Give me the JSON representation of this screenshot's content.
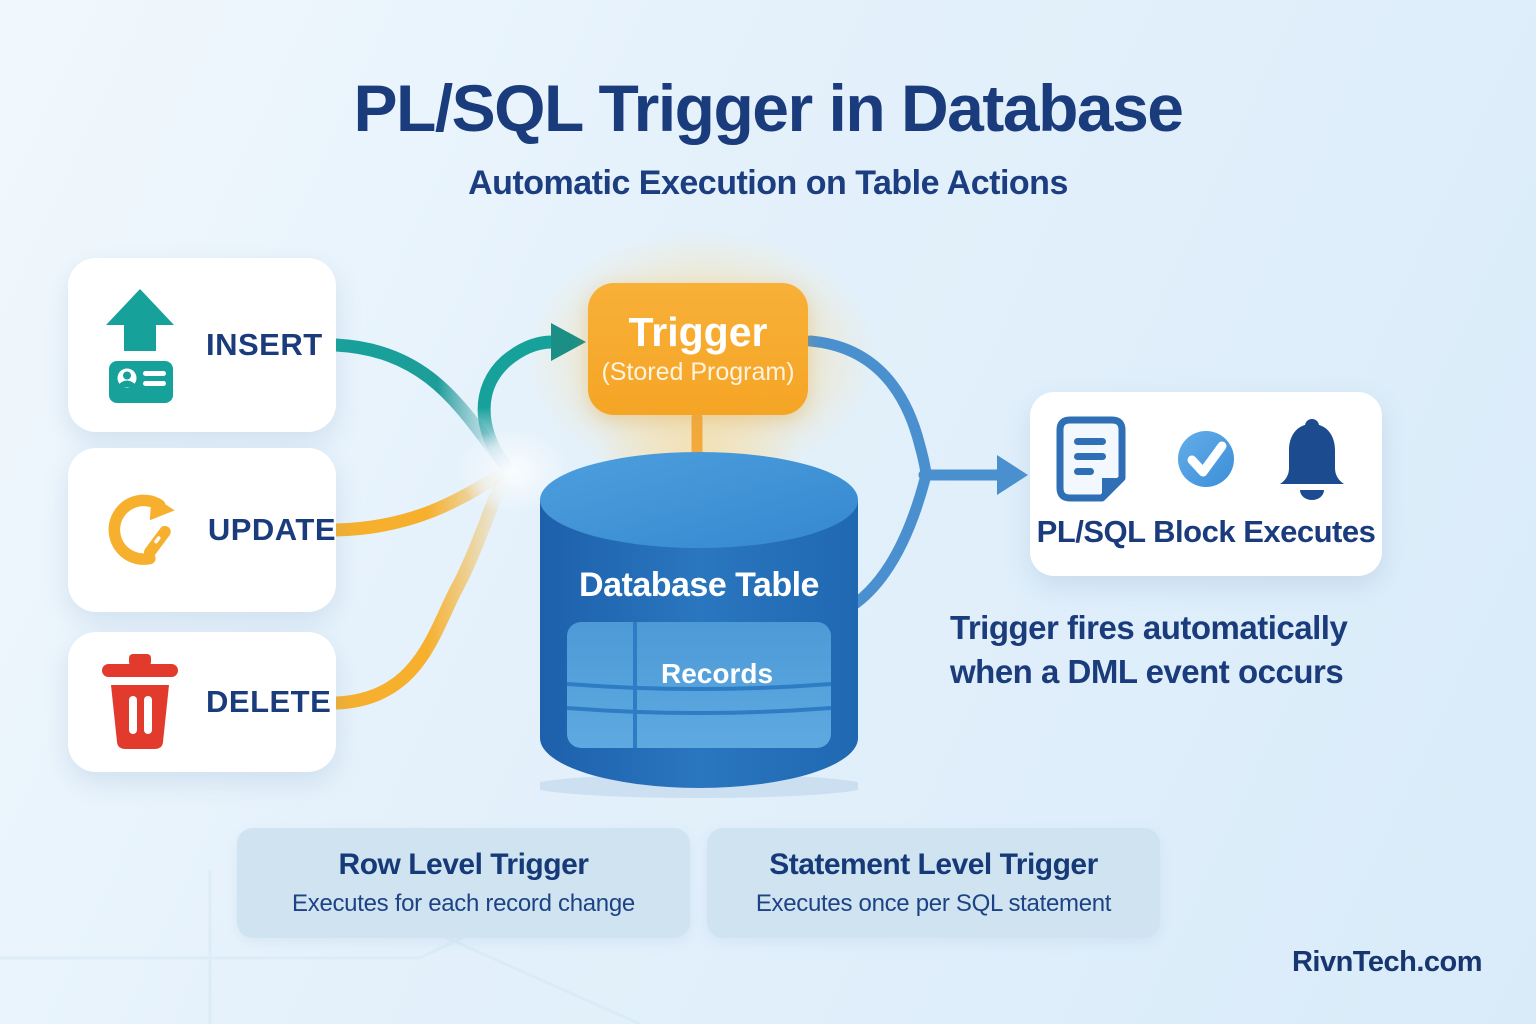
{
  "page": {
    "title": "PL/SQL Trigger in Database",
    "subtitle": "Automatic Execution on Table Actions",
    "watermark": "RivnTech.com"
  },
  "dml_actions": [
    {
      "label": "INSERT",
      "icon": "insert-upload-record-icon",
      "color": "#16a29a"
    },
    {
      "label": "UPDATE",
      "icon": "update-refresh-pencil-icon",
      "color": "#f6b02e"
    },
    {
      "label": "DELETE",
      "icon": "delete-trash-icon",
      "color": "#e23b2e"
    }
  ],
  "trigger_box": {
    "title": "Trigger",
    "subtitle": "(Stored Program)",
    "color": "#f6a82a"
  },
  "database_table": {
    "title": "Database Table",
    "records_label": "Records",
    "color": "#2673ba"
  },
  "result_card": {
    "label": "PL/SQL Block Executes",
    "icons": [
      "document-icon",
      "check-circle-icon",
      "bell-icon"
    ]
  },
  "note": {
    "line1": "Trigger fires automatically",
    "line2": "when a DML event occurs"
  },
  "trigger_types": [
    {
      "title": "Row Level Trigger",
      "description": "Executes for each record change"
    },
    {
      "title": "Statement Level Trigger",
      "description": "Executes once per SQL statement"
    }
  ],
  "colors": {
    "accent_teal": "#16a29a",
    "accent_amber": "#f6b02e",
    "accent_red": "#e23b2e",
    "arrow_blue": "#4a90cf",
    "navy_text": "#1b3c7c",
    "trigger_orange": "#f6a82a",
    "cylinder_blue": "#2673ba",
    "pill_bg": "#cfe3f1"
  }
}
